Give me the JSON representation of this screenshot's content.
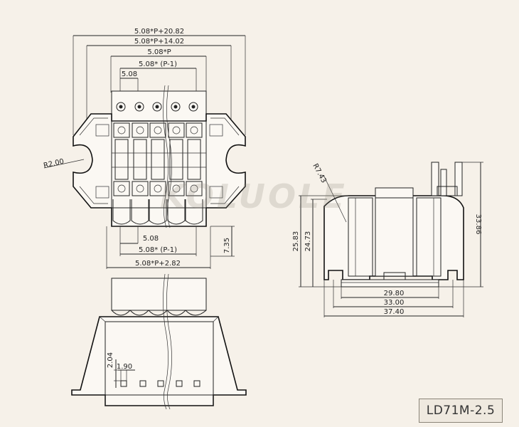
{
  "model": "LD71M-2.5",
  "watermark": "KOLUOLE",
  "dimensions": {
    "top_total": "5.08*P+20.82",
    "top_second": "5.08*P+14.02",
    "top_third": "5.08*P",
    "top_fourth": "5.08* (P-1)",
    "top_pitch": "5.08",
    "radius_left": "R2.00",
    "bottom_pitch": "5.08",
    "bottom_second": "5.08* (P-1)",
    "side_height": "7.35",
    "bottom_total": "5.08*P+2.82",
    "pin_height": "2.04",
    "pin_width": "1.90",
    "radius_side": "R7.43",
    "height_1": "25.83",
    "height_2": "24.73",
    "height_total": "33.86",
    "width_1": "29.80",
    "width_2": "33.00",
    "width_3": "37.40"
  }
}
